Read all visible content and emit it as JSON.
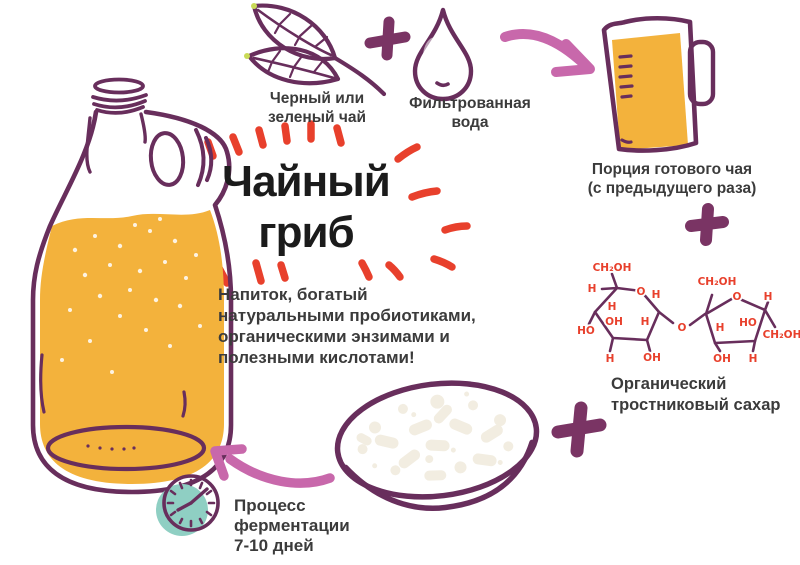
{
  "colors": {
    "outline_purple": "#682e5c",
    "plus_plum": "#7a3464",
    "arrow_pink": "#c868ab",
    "liquid_orange": "#f3b23c",
    "scoby_cream": "#f2ede1",
    "leaf_green": "#8dc044",
    "water_teal": "#a8d8ce",
    "clock_mint": "#c5e6db",
    "ray_red": "#e8402c",
    "text_dark": "#3b3b3b"
  },
  "title": {
    "lines": [
      "Чайный",
      "гриб"
    ]
  },
  "subtitle": {
    "lines": [
      "Напиток, богатый",
      "натуральными пробиотиками,",
      "органическими энзимами и",
      "полезными кислотами!"
    ]
  },
  "steps": {
    "tea": {
      "label": [
        "Черный или",
        "зеленый чай"
      ]
    },
    "water": {
      "label": [
        "Фильтрованная",
        "вода"
      ]
    },
    "starter": {
      "label": [
        "Порция готового чая",
        "(с предыдущего раза)"
      ]
    },
    "sugar": {
      "label": [
        "Органический",
        "тростниковый сахар"
      ]
    },
    "fermentation": {
      "label": [
        "Процесс",
        "ферментации",
        "7-10 дней"
      ]
    }
  },
  "molecule": {
    "atoms": [
      "CH₂OH",
      "H",
      "O",
      "H",
      "H",
      "OH",
      "H",
      "HO",
      "H",
      "OH",
      "O",
      "CH₂OH",
      "O",
      "H",
      "H",
      "HO",
      "CH₂OH",
      "OH",
      "H"
    ]
  }
}
